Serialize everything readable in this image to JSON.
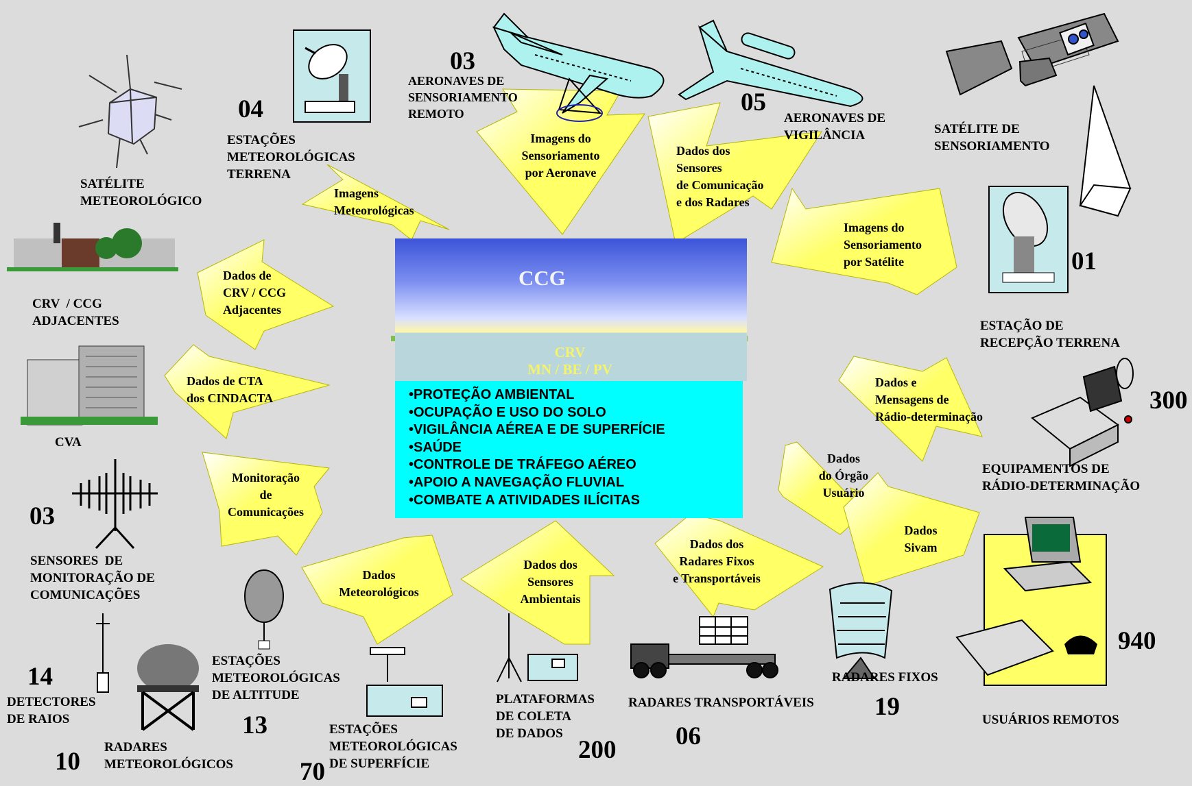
{
  "center": {
    "title": "CCG",
    "crv": "CRV\nMN / BE / PV",
    "applications": [
      "•PROTEÇÃO AMBIENTAL",
      "•OCUPAÇÃO E USO DO SOLO",
      "•VIGILÂNCIA AÉREA E DE SUPERFÍCIE",
      "•SAÚDE",
      "•CONTROLE DE TRÁFEGO AÉREO",
      "•APOIO A NAVEGAÇÃO FLUVIAL",
      "•COMBATE A ATIVIDADES ILÍCITAS"
    ]
  },
  "nodes": {
    "satelite_meteorologico": "SATÉLITE\nMETEOROLÓGICO",
    "estacoes_met_terrena": "ESTAÇÕES\nMETEOROLÓGICAS\nTERRENA",
    "estacoes_met_terrena_num": "04",
    "aeronaves_sensoriamento": "AERONAVES DE\nSENSORIAMENTO\nREMOTO",
    "aeronaves_sensoriamento_num": "03",
    "aeronaves_vigilancia": "AERONAVES DE\nVIGILÂNCIA",
    "aeronaves_vigilancia_num": "05",
    "satelite_sensoriamento": "SATÉLITE DE\nSENSORIAMENTO",
    "estacao_recepcao": "ESTAÇÃO DE\nRECEPÇÃO TERRENA",
    "estacao_recepcao_num": "01",
    "crv_ccg_adjacentes": "CRV  / CCG\nADJACENTES",
    "cva": "CVA",
    "equipamentos_radio": "EQUIPAMENTOS DE\nRÁDIO-DETERMINAÇÃO",
    "equipamentos_radio_num": "300",
    "sensores_comunicacoes": "SENSORES  DE\nMONITORAÇÃO DE\nCOMUNICAÇÕES",
    "sensores_comunicacoes_num": "03",
    "usuarios_remotos": "USUÁRIOS REMOTOS",
    "usuarios_remotos_num": "940",
    "detectores_raios": "DETECTORES\nDE RAIOS",
    "detectores_raios_num": "14",
    "radares_meteorologicos": "RADARES\nMETEOROLÓGICOS",
    "radares_meteorologicos_num": "10",
    "estacoes_met_altitude": "ESTAÇÕES\nMETEOROLÓGICAS\nDE ALTITUDE",
    "estacoes_met_altitude_num": "13",
    "estacoes_met_superficie": "ESTAÇÕES\nMETEOROLÓGICAS\nDE SUPERFÍCIE",
    "estacoes_met_superficie_num": "70",
    "plataformas_coleta": "PLATAFORMAS\nDE COLETA\nDE DADOS",
    "plataformas_coleta_num": "200",
    "radares_transportaveis": "RADARES TRANSPORTÁVEIS",
    "radares_transportaveis_num": "06",
    "radares_fixos": "RADARES FIXOS",
    "radares_fixos_num": "19"
  },
  "arrows": {
    "imagens_meteorologicas": "Imagens\nMeteorológicas",
    "imagens_aeronave": "Imagens do\nSensoriamento\npor Aeronave",
    "dados_sensores_radares": "Dados dos\nSensores\nde Comunicação\ne dos Radares",
    "imagens_satelite": "Imagens do\nSensoriamento\npor Satélite",
    "dados_crv_ccg": "Dados de\nCRV / CCG\nAdjacentes",
    "dados_cta": "Dados de CTA\ndos CINDACTA",
    "dados_radio": "Dados e\nMensagens de\nRádio-determinação",
    "dados_orgao": "Dados\ndo Órgão\nUsuário",
    "dados_sivam": "Dados\nSivam",
    "monitoracao": "Monitoração\nde\nComunicações",
    "dados_meteorologicos": "Dados\nMeteorológicos",
    "dados_ambientais": "Dados dos\nSensores\nAmbientais",
    "dados_radares_fixos": "Dados dos\nRadares Fixos\ne Transportáveis"
  },
  "colors": {
    "arrow_fill": "#ffff7a",
    "panel_cyan": "#00ffff",
    "background": "#dcdcdc"
  }
}
